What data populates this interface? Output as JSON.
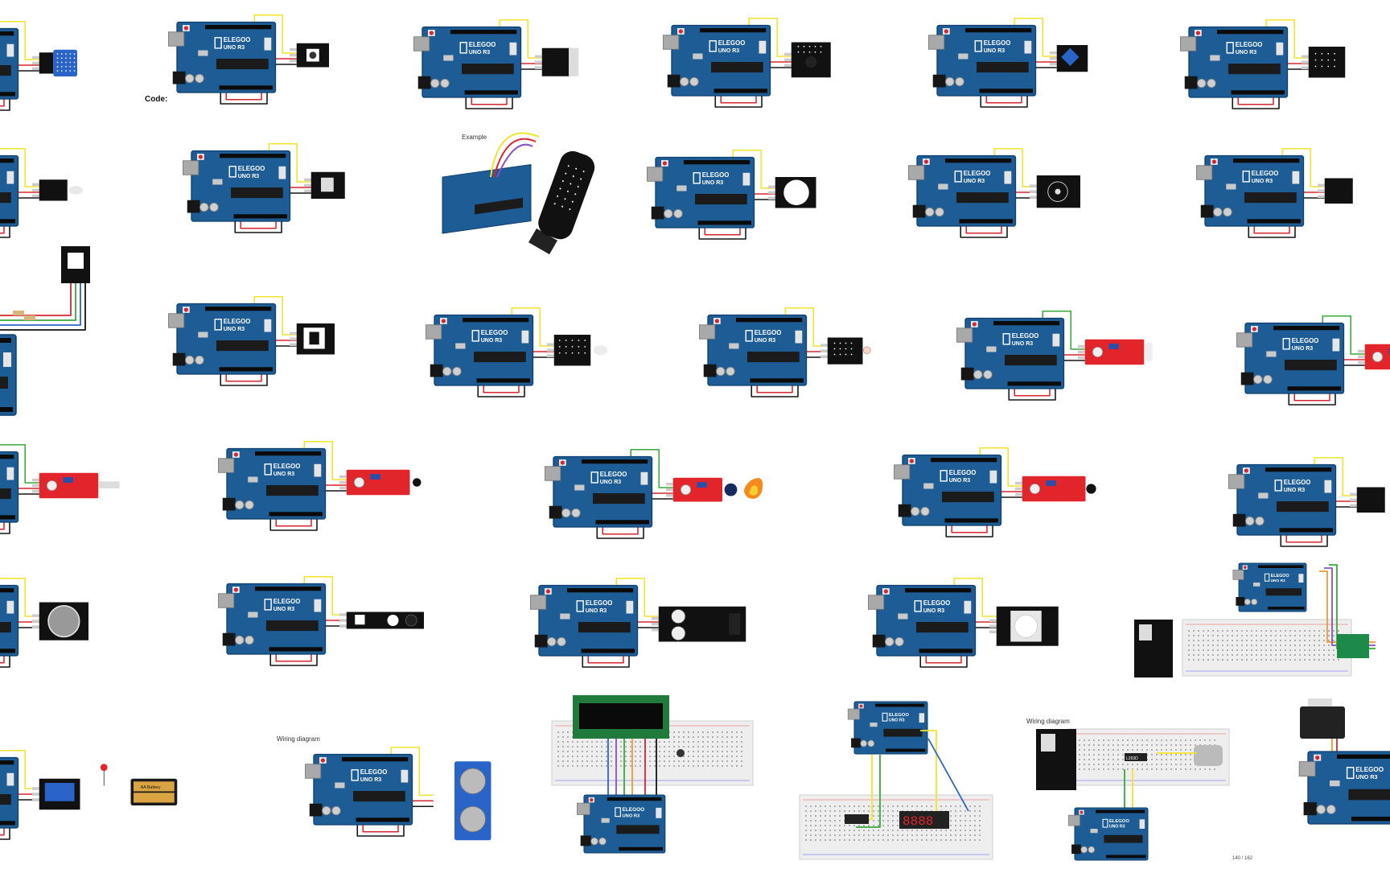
{
  "board": {
    "brand": "ELEGOO",
    "model": "UNO R3"
  },
  "labels": {
    "code": "Code:",
    "example": "Example",
    "wiring1": "Wiring diagram",
    "wiring2": "Wiring diagram",
    "battery": "AA Battery",
    "page": "140 / 162",
    "ic": "L293D"
  },
  "colors": {
    "board": "#1d5c95",
    "board_dark": "#0e3f6e",
    "wire_red": "#d8262e",
    "wire_black": "#151515",
    "wire_yellow": "#f2e42a",
    "wire_green": "#38a93a",
    "wire_orange": "#f29a2e",
    "module_black": "#111111",
    "module_red": "#e2242b",
    "breadboard": "#eeeeee"
  },
  "modules": [
    "humidity-sensor-module",
    "push-button-module",
    "tilt-switch-module",
    "ball-switch-module",
    "rotary-encoder-module",
    "touch-pad-module",
    "led-module",
    "mini-module",
    "ir-remote-kit",
    "active-buzzer-module",
    "passive-buzzer-module",
    "sensor-module",
    "rgb-led-module",
    "photo-interrupter-module",
    "tricolor-led-module",
    "photoresistor-module",
    "sound-sensor-module",
    "sound-sensor-module",
    "reed-switch-module",
    "hall-sensor-module",
    "flame-sensor-module",
    "temperature-sensor-module",
    "sensor-module",
    "joystick-module",
    "tracking-sensor-module",
    "ir-obstacle-module",
    "pir-sensor-module",
    "stepper-breadboard",
    "relay-module",
    "ultrasonic-sensor",
    "lcd1602-breadboard",
    "seven-segment-breadboard",
    "motor-breadboard",
    "servo-motor"
  ]
}
